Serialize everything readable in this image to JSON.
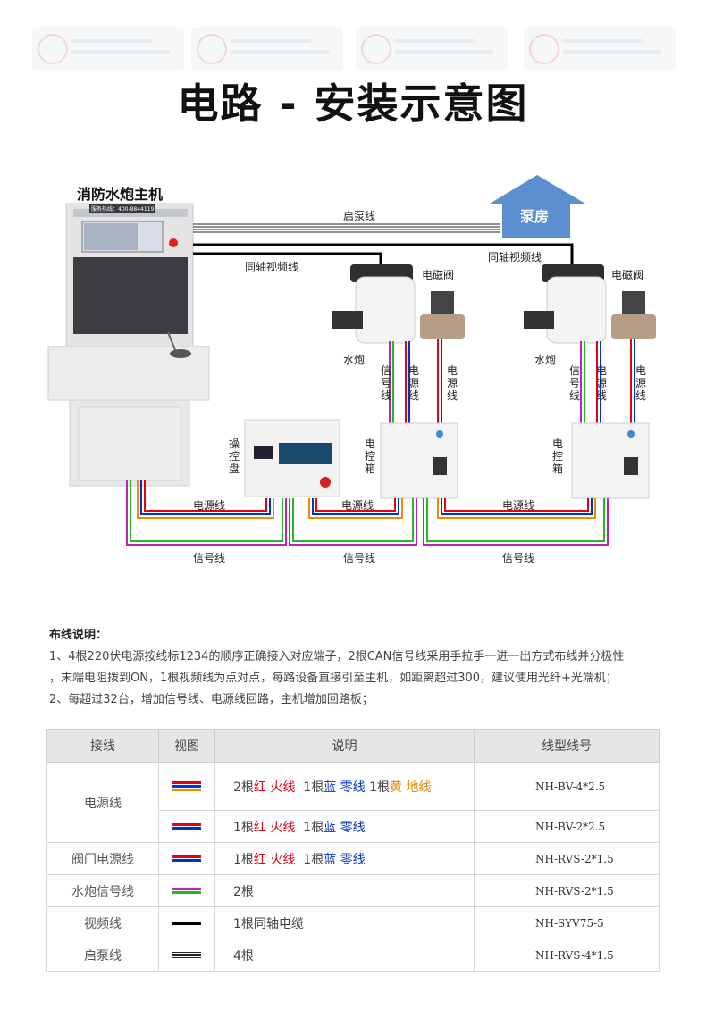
{
  "title": "电路 - 安装示意图",
  "diagram": {
    "host_label": "消防水炮主机",
    "host_hotline": "服务热线：400-8844119",
    "pump_room": "泵房",
    "pump_start_line": "启泵线",
    "coax_video_line_1": "同轴视频线",
    "coax_video_line_2": "同轴视频线",
    "solenoid_valve_1": "电磁阀",
    "solenoid_valve_2": "电磁阀",
    "water_cannon_1": "水炮",
    "water_cannon_2": "水炮",
    "signal_line_v1": "信号线",
    "power_line_v1": "电源线",
    "power_line_v2": "电源线",
    "signal_line_v2": "信号线",
    "power_line_v3": "电源线",
    "power_line_v4": "电源线",
    "control_panel": "操控盘",
    "control_box_1": "电控箱",
    "control_box_2": "电控箱",
    "bottom_power_1": "电源线",
    "bottom_power_2": "电源线",
    "bottom_power_3": "电源线",
    "bottom_signal_1": "信号线",
    "bottom_signal_2": "信号线",
    "bottom_signal_3": "信号线"
  },
  "wiring_notes": {
    "heading": "布线说明：",
    "line1": "1、4根220伏电源按线标1234的顺序正确接入对应端子，2根CAN信号线采用手拉手一进一出方式布线并分极性",
    "line2": "，末端电阻拨到ON，1根视频线为点对点，每路设备直接引至主机，如距离超过300，建议使用光纤+光端机；",
    "line3": "2、每超过32台，增加信号线、电源线回路，主机增加回路板；"
  },
  "table": {
    "headers": [
      "接线",
      "视图",
      "说明",
      "线型线号"
    ],
    "rows": [
      {
        "group": "电源线",
        "desc_parts": [
          "2根",
          "红",
          "火线",
          "1根",
          "蓝",
          "零线",
          "1根",
          "黄",
          "地线"
        ],
        "model": "NH-BV-4*2.5",
        "colors": [
          "#e60012",
          "#0033cc",
          "#f08a00"
        ]
      },
      {
        "desc_parts": [
          "1根",
          "红",
          "火线",
          "1根",
          "蓝",
          "零线"
        ],
        "model": "NH-BV-2*2.5",
        "colors": [
          "#e60012",
          "#0033cc"
        ]
      },
      {
        "group": "阀门电源线",
        "desc_parts": [
          "1根",
          "红",
          "火线",
          "1根",
          "蓝",
          "零线"
        ],
        "model": "NH-RVS-2*1.5",
        "colors": [
          "#e60012",
          "#0033cc"
        ]
      },
      {
        "group": "水炮信号线",
        "desc": "2根",
        "model": "NH-RVS-2*1.5",
        "colors": [
          "#c020c0",
          "#22bb22"
        ]
      },
      {
        "group": "视频线",
        "desc": "1根同轴电缆",
        "model": "NH-SYV75-5",
        "colors": [
          "#000000"
        ]
      },
      {
        "group": "启泵线",
        "desc": "4根",
        "model": "NH-RVS-4*1.5",
        "colors": [
          "#222222",
          "#222222",
          "#222222",
          "#222222"
        ]
      }
    ]
  }
}
